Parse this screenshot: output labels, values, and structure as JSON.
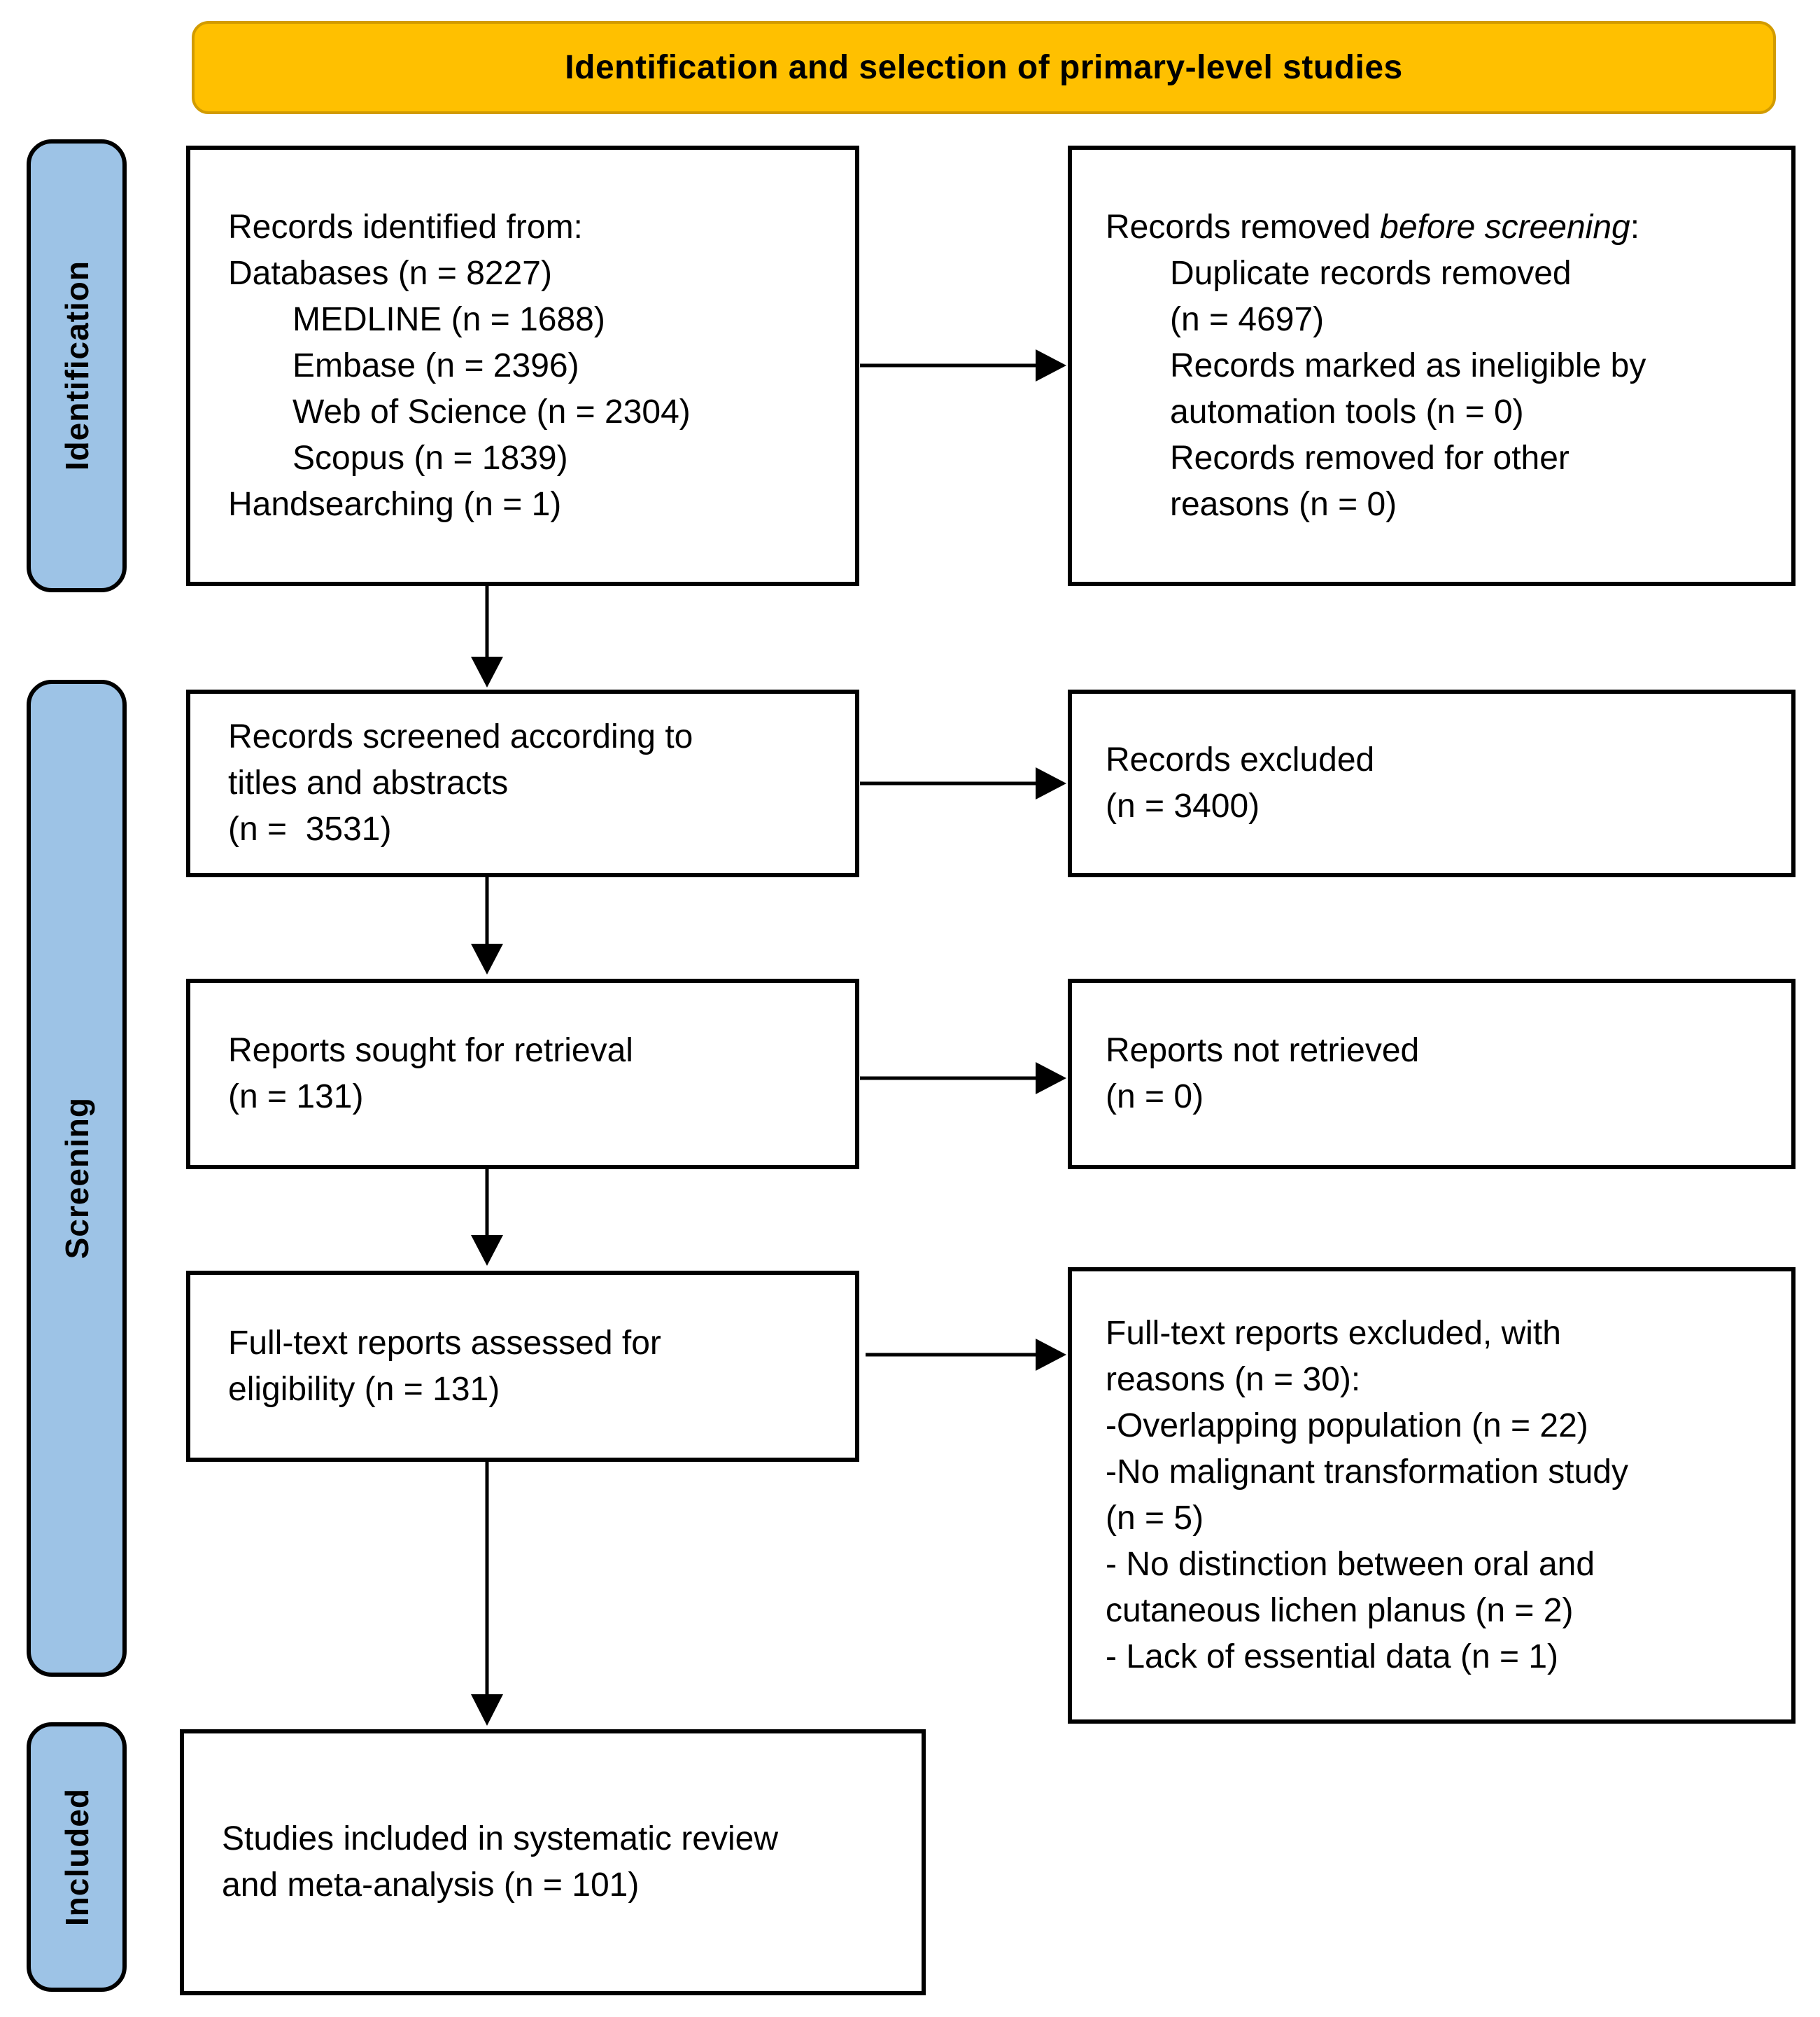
{
  "header": {
    "title": "Identification and selection of primary-level studies"
  },
  "colors": {
    "banner_fill": "#FFC000",
    "banner_border": "#D29B00",
    "stage_fill": "#9DC3E6",
    "stage_border": "#000000",
    "box_border": "#000000",
    "arrow": "#000000",
    "bg": "#FFFFFF"
  },
  "stages": [
    {
      "label": "Identification"
    },
    {
      "label": "Screening"
    },
    {
      "label": "Included"
    }
  ],
  "boxes": {
    "records_identified": {
      "lines": [
        {
          "segs": [
            {
              "t": "Records identified from:"
            }
          ]
        },
        {
          "segs": [
            {
              "t": "Databases (n = 8227)"
            }
          ]
        },
        {
          "indent": true,
          "segs": [
            {
              "t": "MEDLINE (n = 1688)"
            }
          ]
        },
        {
          "indent": true,
          "segs": [
            {
              "t": "Embase (n = 2396)"
            }
          ]
        },
        {
          "indent": true,
          "segs": [
            {
              "t": "Web of Science (n = 2304)"
            }
          ]
        },
        {
          "indent": true,
          "segs": [
            {
              "t": "Scopus (n = 1839)"
            }
          ]
        },
        {
          "segs": [
            {
              "t": "Handsearching (n = 1)"
            }
          ]
        }
      ]
    },
    "records_removed": {
      "lines": [
        {
          "segs": [
            {
              "t": "Records removed "
            },
            {
              "t": "before screening",
              "i": true
            },
            {
              "t": ":"
            }
          ]
        },
        {
          "indent": true,
          "segs": [
            {
              "t": "Duplicate records removed"
            }
          ]
        },
        {
          "indent": true,
          "segs": [
            {
              "t": "(n = 4697)"
            }
          ]
        },
        {
          "indent": true,
          "segs": [
            {
              "t": "Records marked as ineligible by"
            }
          ]
        },
        {
          "indent": true,
          "segs": [
            {
              "t": "automation tools (n = 0)"
            }
          ]
        },
        {
          "indent": true,
          "segs": [
            {
              "t": "Records removed for other"
            }
          ]
        },
        {
          "indent": true,
          "segs": [
            {
              "t": "reasons (n = 0)"
            }
          ]
        }
      ]
    },
    "records_screened": {
      "lines": [
        {
          "segs": [
            {
              "t": "Records screened according to"
            }
          ]
        },
        {
          "segs": [
            {
              "t": "titles and abstracts"
            }
          ]
        },
        {
          "segs": [
            {
              "t": "(n =  3531)"
            }
          ]
        }
      ]
    },
    "records_excluded": {
      "lines": [
        {
          "segs": [
            {
              "t": "Records excluded"
            }
          ]
        },
        {
          "segs": [
            {
              "t": "(n = 3400)"
            }
          ]
        }
      ]
    },
    "reports_sought": {
      "lines": [
        {
          "segs": [
            {
              "t": "Reports sought for retrieval"
            }
          ]
        },
        {
          "segs": [
            {
              "t": "(n = 131)"
            }
          ]
        }
      ]
    },
    "reports_not_retrieved": {
      "lines": [
        {
          "segs": [
            {
              "t": "Reports not retrieved"
            }
          ]
        },
        {
          "segs": [
            {
              "t": "(n = 0)"
            }
          ]
        }
      ]
    },
    "fulltext_assessed": {
      "lines": [
        {
          "segs": [
            {
              "t": "Full-text reports assessed for"
            }
          ]
        },
        {
          "segs": [
            {
              "t": "eligibility (n = 131)"
            }
          ]
        }
      ]
    },
    "fulltext_excluded": {
      "lines": [
        {
          "segs": [
            {
              "t": "Full-text reports excluded, with"
            }
          ]
        },
        {
          "segs": [
            {
              "t": "reasons (n = 30):"
            }
          ]
        },
        {
          "segs": [
            {
              "t": "-Overlapping population (n = 22)"
            }
          ]
        },
        {
          "segs": [
            {
              "t": "-No malignant transformation study"
            }
          ]
        },
        {
          "segs": [
            {
              "t": "(n = 5)"
            }
          ]
        },
        {
          "segs": [
            {
              "t": "- No distinction between oral and"
            }
          ]
        },
        {
          "segs": [
            {
              "t": "cutaneous lichen planus (n = 2)"
            }
          ]
        },
        {
          "segs": [
            {
              "t": "- Lack of essential data (n = 1)"
            }
          ]
        }
      ]
    },
    "studies_included": {
      "lines": [
        {
          "segs": [
            {
              "t": "Studies included in systematic review"
            }
          ]
        },
        {
          "segs": [
            {
              "t": "and meta-analysis (n = 101)"
            }
          ]
        }
      ]
    }
  }
}
